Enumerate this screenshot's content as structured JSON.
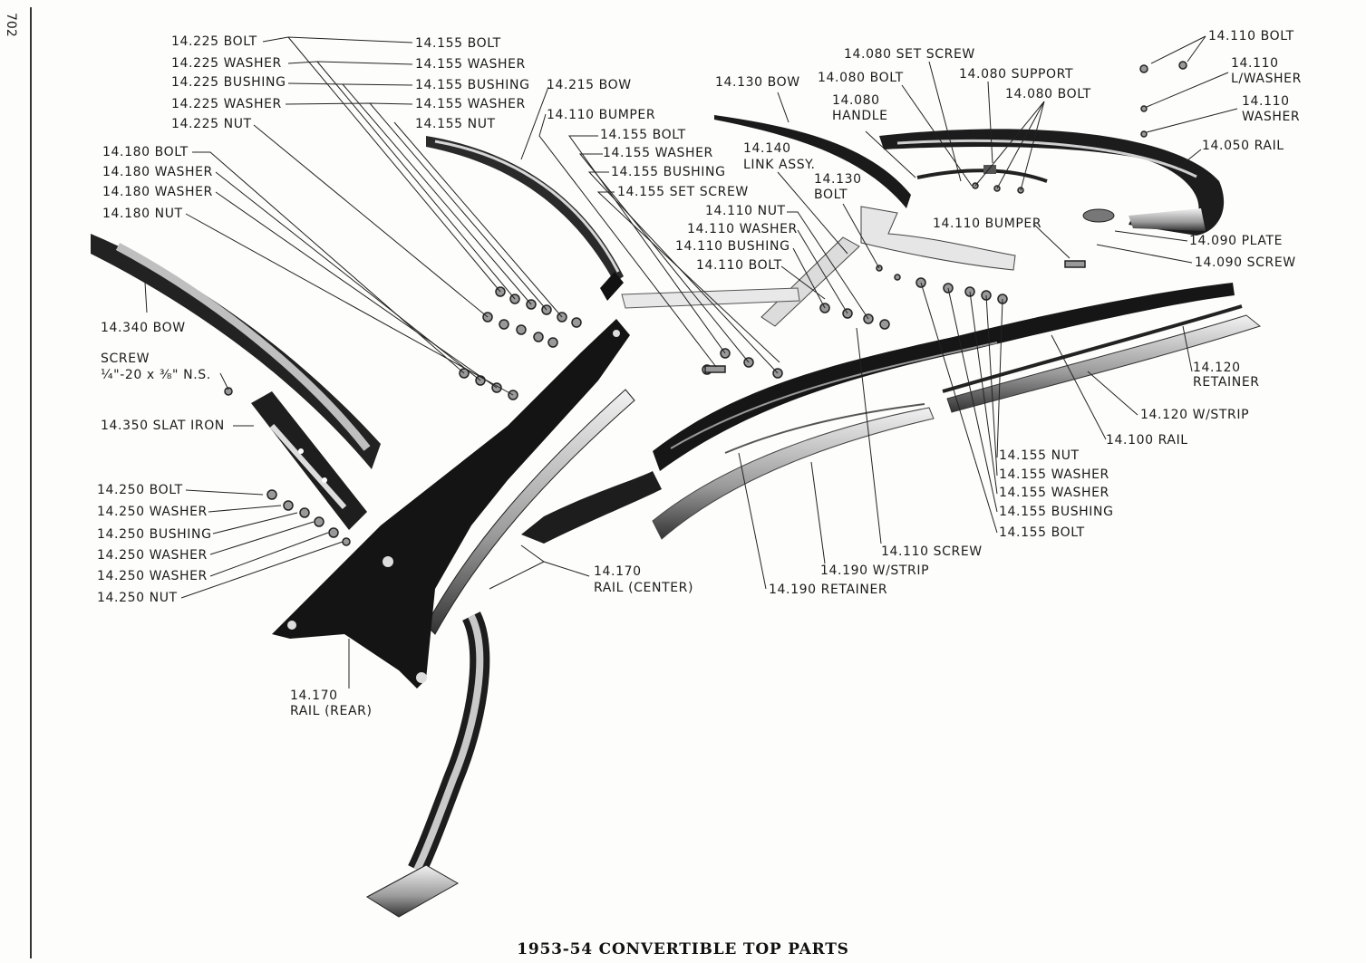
{
  "page_number": "702",
  "caption": "1953-54 CONVERTIBLE TOP PARTS",
  "labels": [
    {
      "id": "l1",
      "text": "14.225 BOLT"
    },
    {
      "id": "l2",
      "text": "14.225 WASHER"
    },
    {
      "id": "l3",
      "text": "14.225 BUSHING"
    },
    {
      "id": "l4",
      "text": "14.225 WASHER"
    },
    {
      "id": "l5",
      "text": "14.225 NUT"
    },
    {
      "id": "l6",
      "text": "14.155 BOLT"
    },
    {
      "id": "l7",
      "text": "14.155 WASHER"
    },
    {
      "id": "l8",
      "text": "14.155 BUSHING"
    },
    {
      "id": "l9",
      "text": "14.155 WASHER"
    },
    {
      "id": "l10",
      "text": "14.155 NUT"
    },
    {
      "id": "l11",
      "text": "14.215 BOW"
    },
    {
      "id": "l12",
      "text": "14.110 BUMPER"
    },
    {
      "id": "l13",
      "text": "14.155 BOLT"
    },
    {
      "id": "l14",
      "text": "14.155 WASHER"
    },
    {
      "id": "l15",
      "text": "14.155 BUSHING"
    },
    {
      "id": "l16",
      "text": "14.155 SET SCREW"
    },
    {
      "id": "l17",
      "text": "14.180 BOLT"
    },
    {
      "id": "l18",
      "text": "14.180 WASHER"
    },
    {
      "id": "l19",
      "text": "14.180 WASHER"
    },
    {
      "id": "l20",
      "text": "14.180 NUT"
    },
    {
      "id": "l21",
      "text": "14.340 BOW"
    },
    {
      "id": "l22",
      "text": "SCREW"
    },
    {
      "id": "l23",
      "text": "¼\"-20 x ⅜\" N.S."
    },
    {
      "id": "l24",
      "text": "14.350 SLAT IRON"
    },
    {
      "id": "l25",
      "text": "14.250 BOLT"
    },
    {
      "id": "l26",
      "text": "14.250 WASHER"
    },
    {
      "id": "l27",
      "text": "14.250 BUSHING"
    },
    {
      "id": "l28",
      "text": "14.250 WASHER"
    },
    {
      "id": "l29",
      "text": "14.250 WASHER"
    },
    {
      "id": "l30",
      "text": "14.250 NUT"
    },
    {
      "id": "l31",
      "text": "14.170"
    },
    {
      "id": "l32",
      "text": "RAIL (REAR)"
    },
    {
      "id": "l33",
      "text": "14.170"
    },
    {
      "id": "l34",
      "text": "RAIL (CENTER)"
    },
    {
      "id": "l35",
      "text": "14.130 BOW"
    },
    {
      "id": "l36",
      "text": "14.080 SET SCREW"
    },
    {
      "id": "l37",
      "text": "14.080 BOLT"
    },
    {
      "id": "l38",
      "text": "14.080 SUPPORT"
    },
    {
      "id": "l39",
      "text": "14.080"
    },
    {
      "id": "l40",
      "text": "HANDLE"
    },
    {
      "id": "l41",
      "text": "14.080 BOLT"
    },
    {
      "id": "l42",
      "text": "14.140"
    },
    {
      "id": "l43",
      "text": "LINK ASSY."
    },
    {
      "id": "l44",
      "text": "14.130"
    },
    {
      "id": "l45",
      "text": "BOLT"
    },
    {
      "id": "l46",
      "text": "14.110 NUT"
    },
    {
      "id": "l47",
      "text": "14.110 WASHER"
    },
    {
      "id": "l48",
      "text": "14.110 BUSHING"
    },
    {
      "id": "l49",
      "text": "14.110 BOLT"
    },
    {
      "id": "l50",
      "text": "14.110 BUMPER"
    },
    {
      "id": "l51",
      "text": "14.110 BOLT"
    },
    {
      "id": "l52",
      "text": "14.110"
    },
    {
      "id": "l53",
      "text": "L/WASHER"
    },
    {
      "id": "l54",
      "text": "14.110"
    },
    {
      "id": "l55",
      "text": "WASHER"
    },
    {
      "id": "l56",
      "text": "14.050 RAIL"
    },
    {
      "id": "l57",
      "text": "14.090 PLATE"
    },
    {
      "id": "l58",
      "text": "14.090 SCREW"
    },
    {
      "id": "l59",
      "text": "14.120"
    },
    {
      "id": "l60",
      "text": "RETAINER"
    },
    {
      "id": "l61",
      "text": "14.120 W/STRIP"
    },
    {
      "id": "l62",
      "text": "14.100 RAIL"
    },
    {
      "id": "l63",
      "text": "14.155 NUT"
    },
    {
      "id": "l64",
      "text": "14.155 WASHER"
    },
    {
      "id": "l65",
      "text": "14.155 WASHER"
    },
    {
      "id": "l66",
      "text": "14.155 BUSHING"
    },
    {
      "id": "l67",
      "text": "14.155 BOLT"
    },
    {
      "id": "l68",
      "text": "14.110 SCREW"
    },
    {
      "id": "l69",
      "text": "14.190 W/STRIP"
    },
    {
      "id": "l70",
      "text": "14.190 RETAINER"
    }
  ]
}
